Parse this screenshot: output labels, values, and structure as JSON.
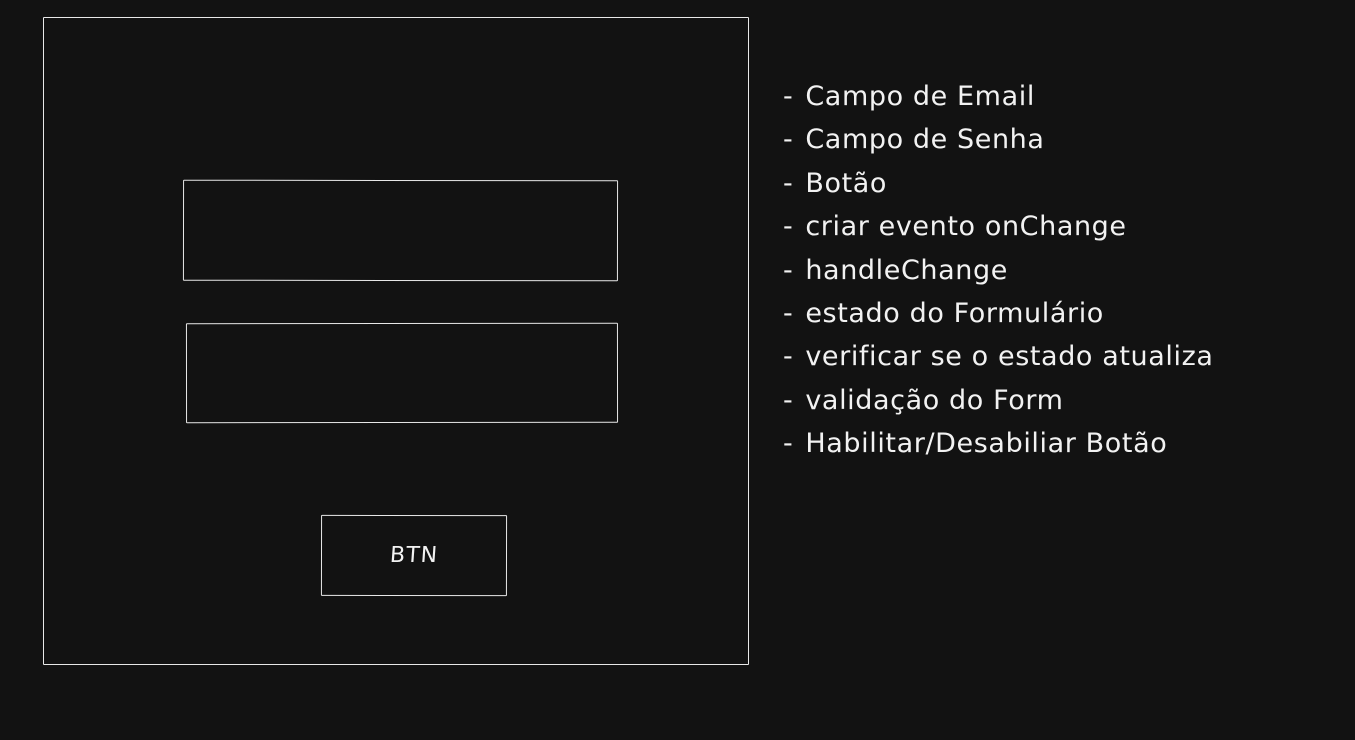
{
  "form_sketch": {
    "button_label": "BTN"
  },
  "notes": [
    "Campo de Email",
    "Campo de Senha",
    "Botão",
    "criar evento onChange",
    "handleChange",
    "estado do Formulário",
    "verificar se o estado atualiza",
    "validação do Form",
    "Habilitar/Desabiliar Botão"
  ],
  "bullet": "-",
  "colors": {
    "background": "#121212",
    "stroke": "#e8e8e8",
    "text": "#f2f2f2"
  }
}
